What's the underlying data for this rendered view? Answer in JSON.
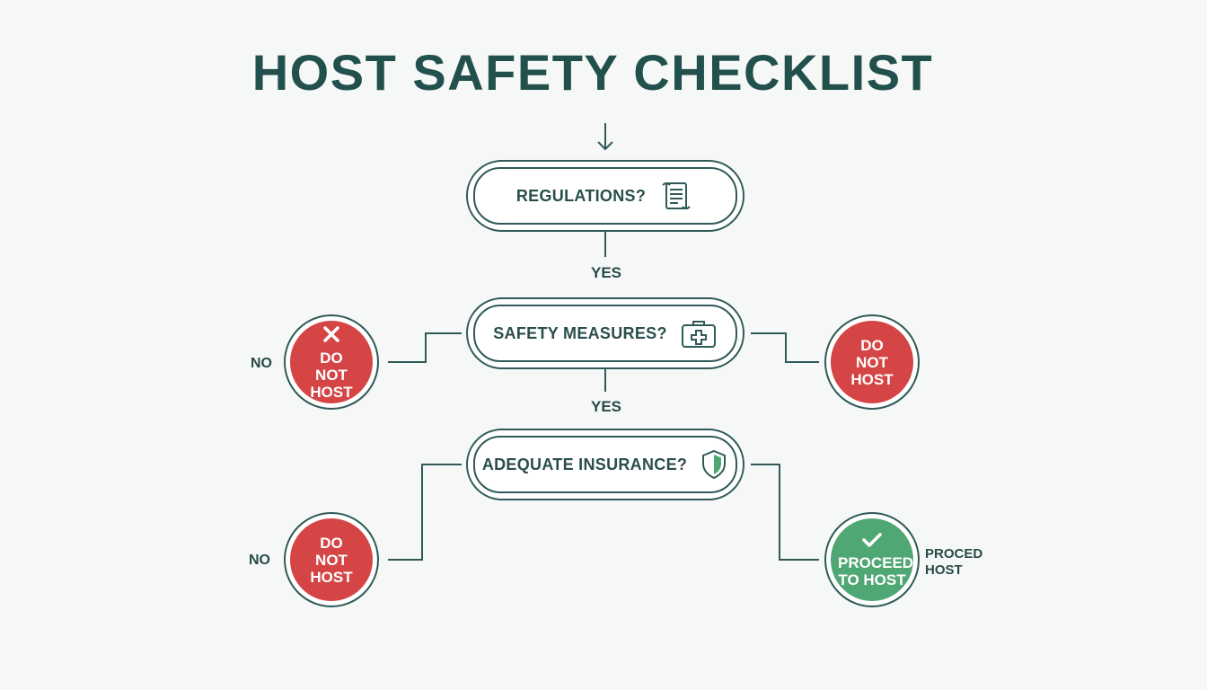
{
  "title": "HOST SAFETY CHECKLIST",
  "steps": [
    {
      "label": "REGULATIONS?",
      "icon": "scroll-icon"
    },
    {
      "label": "SAFETY MEASURES?",
      "icon": "first-aid-kit-icon"
    },
    {
      "label": "ADEQUATE INSURANCE?",
      "icon": "shield-icon"
    }
  ],
  "edge_labels": {
    "yes_1": "YES",
    "yes_2": "YES",
    "no_1": "NO",
    "no_2": "NO"
  },
  "outcomes": {
    "do_not_host_1": "DO NOT HOST",
    "do_not_host_2": "DO NOT HOST",
    "do_not_host_3": "DO NOT HOST",
    "proceed": "PROCEED TO HOST",
    "proceed_side_label": "PROCED HOST"
  },
  "colors": {
    "primary": "#22504d",
    "negative": "#d54545",
    "positive": "#4fa774",
    "background": "#f6f8f7"
  }
}
